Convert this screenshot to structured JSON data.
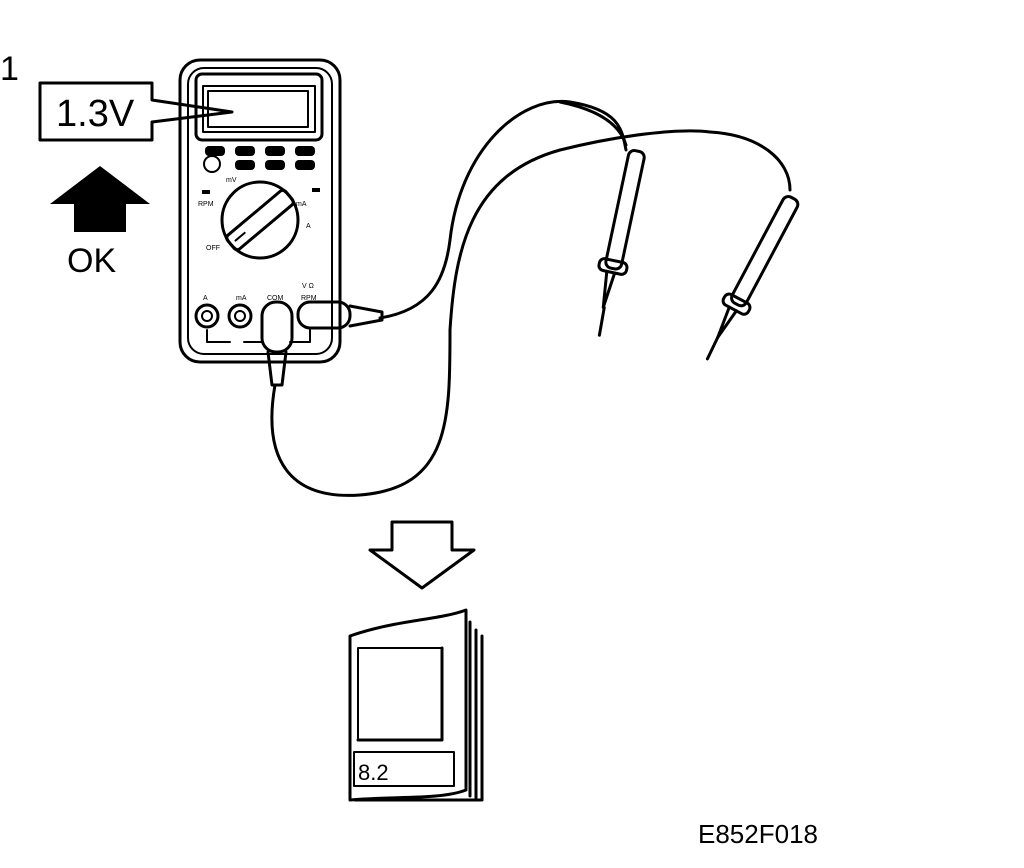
{
  "step_number": "1",
  "meter_reading": "1.3V",
  "result_label": "OK",
  "meter_labels": {
    "rpm_left": "RPM",
    "off": "OFF",
    "mv": "mV",
    "ma": "mA",
    "a_right": "A",
    "jack_a": "A",
    "jack_ma": "mA",
    "jack_com": "COM",
    "jack_v": "V Ω",
    "jack_rpm": "RPM"
  },
  "manual_section": "8.2",
  "figure_code": "E852F018",
  "icons": {
    "up_arrow": "up-arrow-icon",
    "down_arrow": "down-arrow-icon",
    "manual": "manual-book-icon",
    "meter": "multimeter-icon",
    "probes": "test-probe-icon"
  }
}
